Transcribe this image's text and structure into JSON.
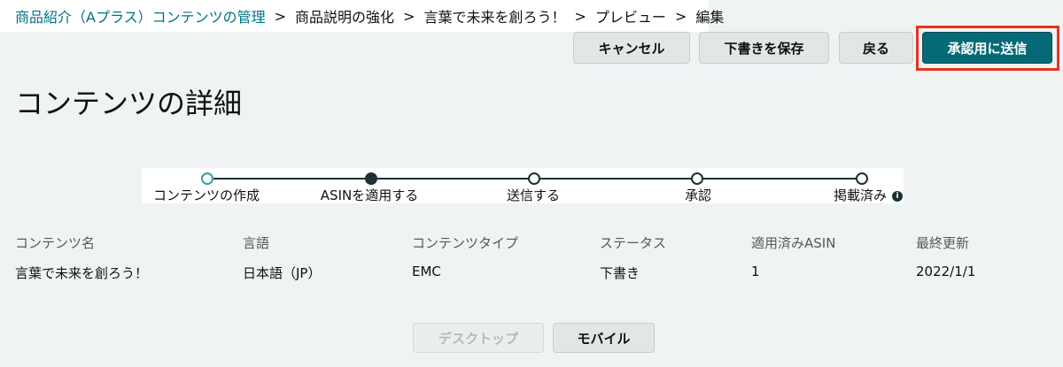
{
  "breadcrumb": {
    "items": [
      "商品紹介（Aプラス）コンテンツの管理",
      "商品説明の強化",
      "言葉で未来を創ろう！",
      "プレビュー",
      "編集"
    ],
    "separator": ">"
  },
  "toolbar": {
    "cancel_label": "キャンセル",
    "save_draft_label": "下書きを保存",
    "back_label": "戻る",
    "submit_label": "承認用に送信"
  },
  "page_title": "コンテンツの詳細",
  "stepper": {
    "steps": [
      {
        "label": "コンテンツの作成",
        "state": "current"
      },
      {
        "label": "ASINを適用する",
        "state": "filled"
      },
      {
        "label": "送信する",
        "state": "pending"
      },
      {
        "label": "承認",
        "state": "pending"
      },
      {
        "label": "掲載済み",
        "state": "pending"
      }
    ],
    "info_icon": "i"
  },
  "details": {
    "labels": [
      "コンテンツ名",
      "言語",
      "コンテンツタイプ",
      "ステータス",
      "適用済みASIN",
      "最終更新"
    ],
    "values": [
      "言葉で未来を創ろう！",
      "日本語（JP）",
      "EMC",
      "下書き",
      "1",
      "2022/1/1"
    ]
  },
  "view_toggle": {
    "desktop_label": "デスクトップ",
    "mobile_label": "モバイル"
  },
  "colors": {
    "primary": "#056a75",
    "link": "#007185",
    "highlight": "#e8321e",
    "background": "#f0f3f4"
  }
}
